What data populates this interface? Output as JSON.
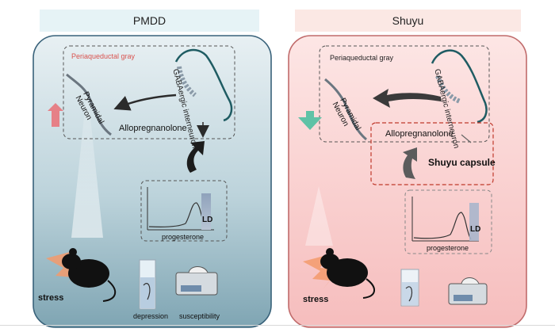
{
  "left_panel": {
    "title": "PMDD",
    "region_label": "Periaqueductal gray",
    "interneuron_label": "GABAergic interneuron",
    "neuron_label": "Pyramidal Neuron",
    "molecule_label": "Allopregnanolone",
    "chart_x_label": "progesterone",
    "chart_bar_label": "LD",
    "stress_label": "stress",
    "test_label_1": "depression",
    "test_label_2": "susceptibility",
    "colors": {
      "panel_top": "#e4eef1",
      "panel_bottom": "#7ea6b4",
      "header_bg": "#e6f3f6",
      "up_arrow": "#e8767c"
    }
  },
  "right_panel": {
    "title": "Shuyu",
    "region_label": "Periaqueductal gray",
    "interneuron_label": "GABAergic interneuron",
    "neuron_label": "Pyramidal Neuron",
    "molecule_label": "Allopregnanolone",
    "drug_label": "Shuyu capsule",
    "chart_x_label": "progesterone",
    "chart_bar_label": "LD",
    "stress_label": "stress",
    "colors": {
      "panel_top": "#fbd9d9",
      "panel_bottom": "#f5b8b8",
      "header_bg": "#fbe8e4",
      "down_arrow": "#5fc2a6"
    }
  }
}
